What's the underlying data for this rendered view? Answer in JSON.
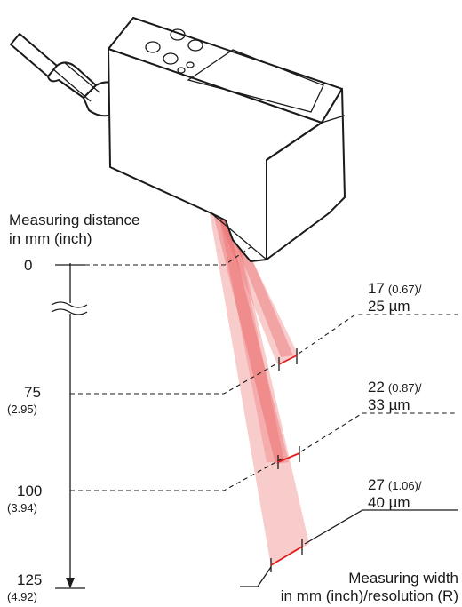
{
  "axis": {
    "title_line1": "Measuring distance",
    "title_line2": "in mm (inch)"
  },
  "distances": [
    {
      "mm": "0",
      "inch": ""
    },
    {
      "mm": "75",
      "inch": "(2.95)"
    },
    {
      "mm": "100",
      "inch": "(3.94)"
    },
    {
      "mm": "125",
      "inch": "(4.92)"
    }
  ],
  "widths": [
    {
      "mm": "17",
      "inch": "(0.67)/",
      "resolution": "25 µm"
    },
    {
      "mm": "22",
      "inch": "(0.87)/",
      "resolution": "33 µm"
    },
    {
      "mm": "27",
      "inch": "(1.06)/",
      "resolution": "40 µm"
    }
  ],
  "footer": {
    "line1": "Measuring width",
    "line2": "in mm (inch)/resolution (R)"
  },
  "colors": {
    "beam": "#f07a7a",
    "width_marker": "#e01e1e",
    "outline": "#1a1a1a"
  }
}
